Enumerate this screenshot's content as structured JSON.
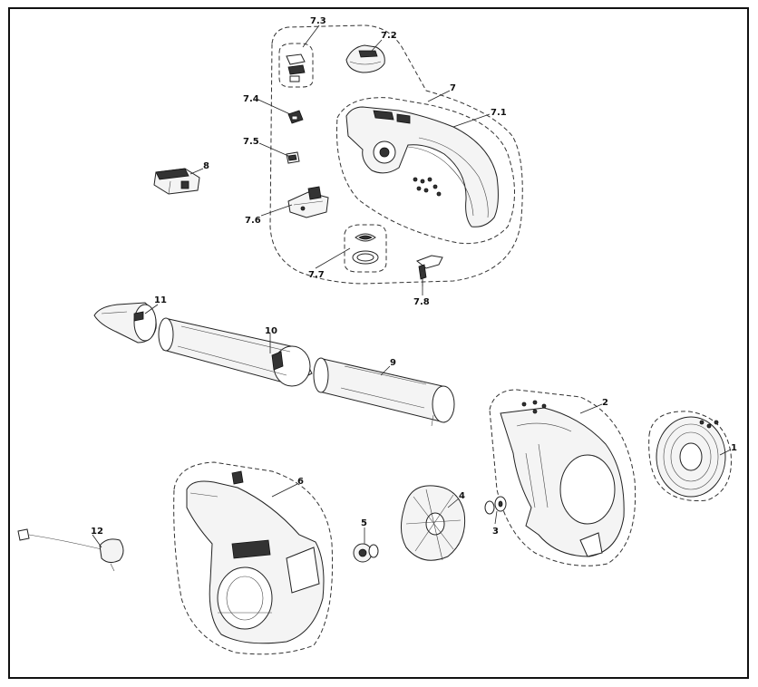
{
  "diagram": {
    "labels": {
      "p1": "1",
      "p2": "2",
      "p3": "3",
      "p4": "4",
      "p5": "5",
      "p6": "6",
      "p7": "7",
      "p7_1": "7.1",
      "p7_2": "7.2",
      "p7_3": "7.3",
      "p7_4": "7.4",
      "p7_5": "7.5",
      "p7_6": "7.6",
      "p7_7": "7.7",
      "p7_8": "7.8",
      "p8": "8",
      "p9": "9",
      "p10": "10",
      "p11": "11",
      "p12": "12"
    }
  },
  "colors": {
    "line": "#222222",
    "part_fill": "#f4f4f4",
    "dark": "#333333"
  }
}
